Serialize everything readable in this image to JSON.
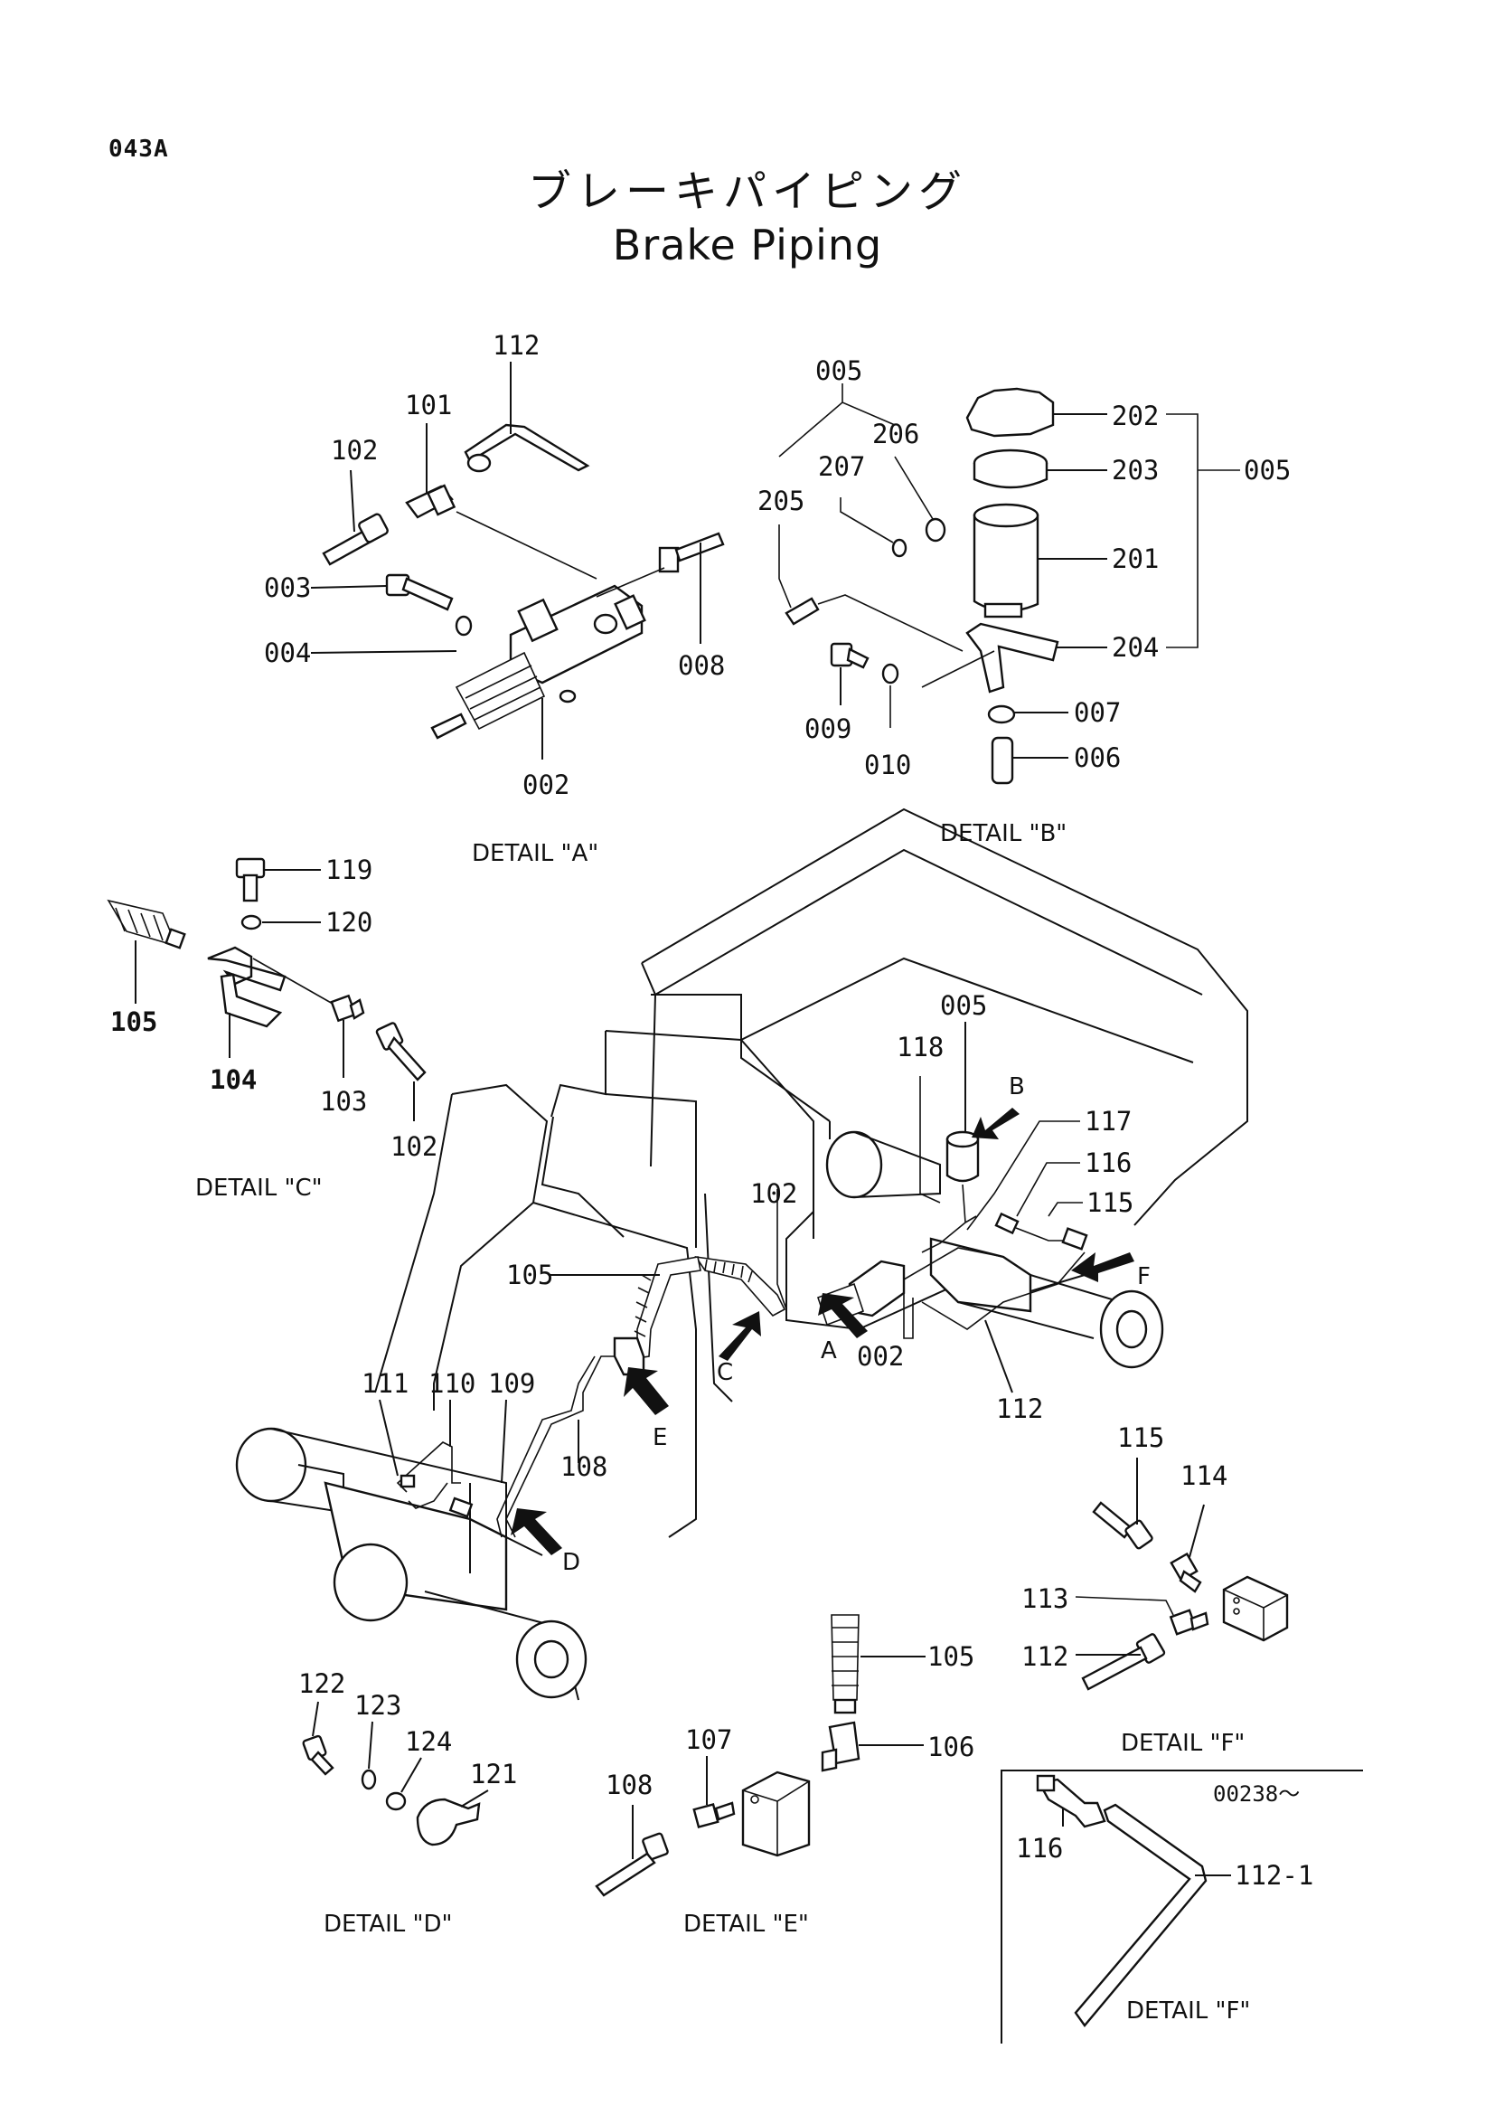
{
  "page_code": "043A",
  "title_jp": "ブレーキパイピング",
  "title_en": "Brake Piping",
  "detail_labels": {
    "a": "DETAIL \"A\"",
    "b": "DETAIL \"B\"",
    "c": "DETAIL \"C\"",
    "d": "DETAIL \"D\"",
    "e": "DETAIL \"E\"",
    "f1": "DETAIL \"F\"",
    "f2": "DETAIL \"F\""
  },
  "serial_note": "00238～",
  "arrow_letters": [
    "A",
    "B",
    "C",
    "D",
    "E",
    "F"
  ],
  "detail_a_parts": [
    "112",
    "101",
    "102",
    "003",
    "004",
    "002",
    "008"
  ],
  "detail_b_parts": [
    "005",
    "206",
    "207",
    "205",
    "202",
    "203",
    "005",
    "201",
    "204",
    "009",
    "010",
    "007",
    "006"
  ],
  "detail_c_parts": [
    "119",
    "120",
    "105",
    "104",
    "103",
    "102"
  ],
  "main_parts": [
    "005",
    "118",
    "117",
    "116",
    "115",
    "102",
    "105",
    "002",
    "112",
    "111",
    "110",
    "109",
    "108"
  ],
  "detail_d_parts": [
    "122",
    "123",
    "124",
    "121"
  ],
  "detail_e_parts": [
    "105",
    "107",
    "106",
    "108"
  ],
  "detail_f_parts": [
    "115",
    "114",
    "113",
    "112"
  ],
  "detail_f2_parts": [
    "116",
    "112-1"
  ]
}
